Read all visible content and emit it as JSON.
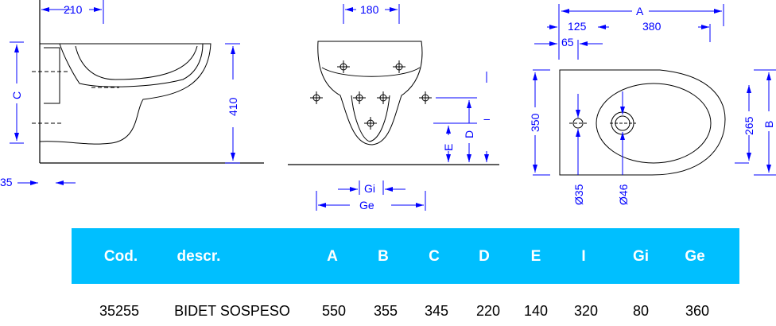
{
  "drawing": {
    "side_view": {
      "width_top": "210",
      "height_label": "C",
      "overall_height": "410",
      "wall_offset": "35"
    },
    "front_view": {
      "width_top": "180",
      "label_d": "D",
      "label_e": "E",
      "label_i": "I",
      "label_gi": "Gi",
      "label_ge": "Ge"
    },
    "top_view": {
      "label_a": "A",
      "dim_125": "125",
      "dim_380": "380",
      "dim_65": "65",
      "depth_350": "350",
      "dim_265": "265",
      "label_b": "B",
      "hole_35": "Ø35",
      "hole_46": "Ø46"
    }
  },
  "table": {
    "headers": [
      "Cod.",
      "descr.",
      "A",
      "B",
      "C",
      "D",
      "E",
      "I",
      "Gi",
      "Ge"
    ],
    "rows": [
      [
        "35255",
        "BIDET SOSPESO",
        "550",
        "355",
        "345",
        "220",
        "140",
        "320",
        "80",
        "360"
      ]
    ]
  },
  "colors": {
    "header_band": "#00bfff",
    "dimension": "#0000ff"
  }
}
